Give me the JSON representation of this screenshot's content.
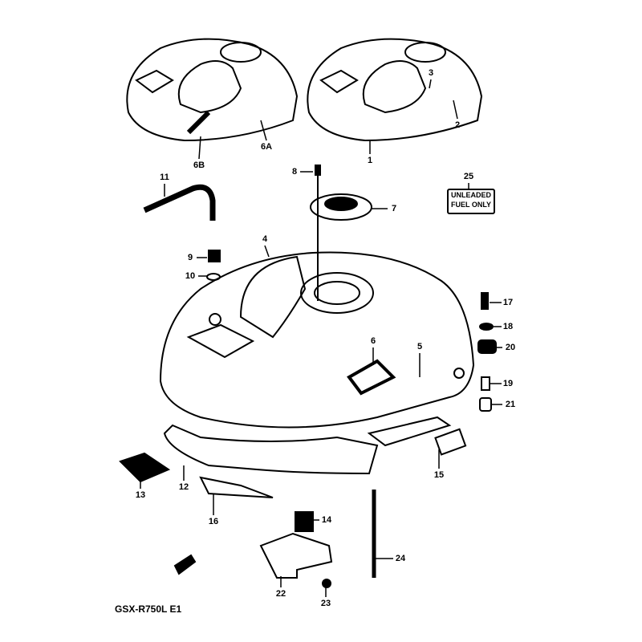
{
  "title": "GSX-R750L E1",
  "warning_label": {
    "line1": "UNLEADED",
    "line2": "FUEL ONLY"
  },
  "callouts": {
    "p1": "1",
    "p2": "2",
    "p3": "3",
    "p4": "4",
    "p5": "5",
    "p6": "6",
    "p6a": "6A",
    "p6b": "6B",
    "p7": "7",
    "p8": "8",
    "p9": "9",
    "p10": "10",
    "p11": "11",
    "p12": "12",
    "p13": "13",
    "p14": "14",
    "p15": "15",
    "p16": "16",
    "p17": "17",
    "p18": "18",
    "p19": "19",
    "p20": "20",
    "p21": "21",
    "p22": "22",
    "p23": "23",
    "p24": "24",
    "p25": "25"
  }
}
